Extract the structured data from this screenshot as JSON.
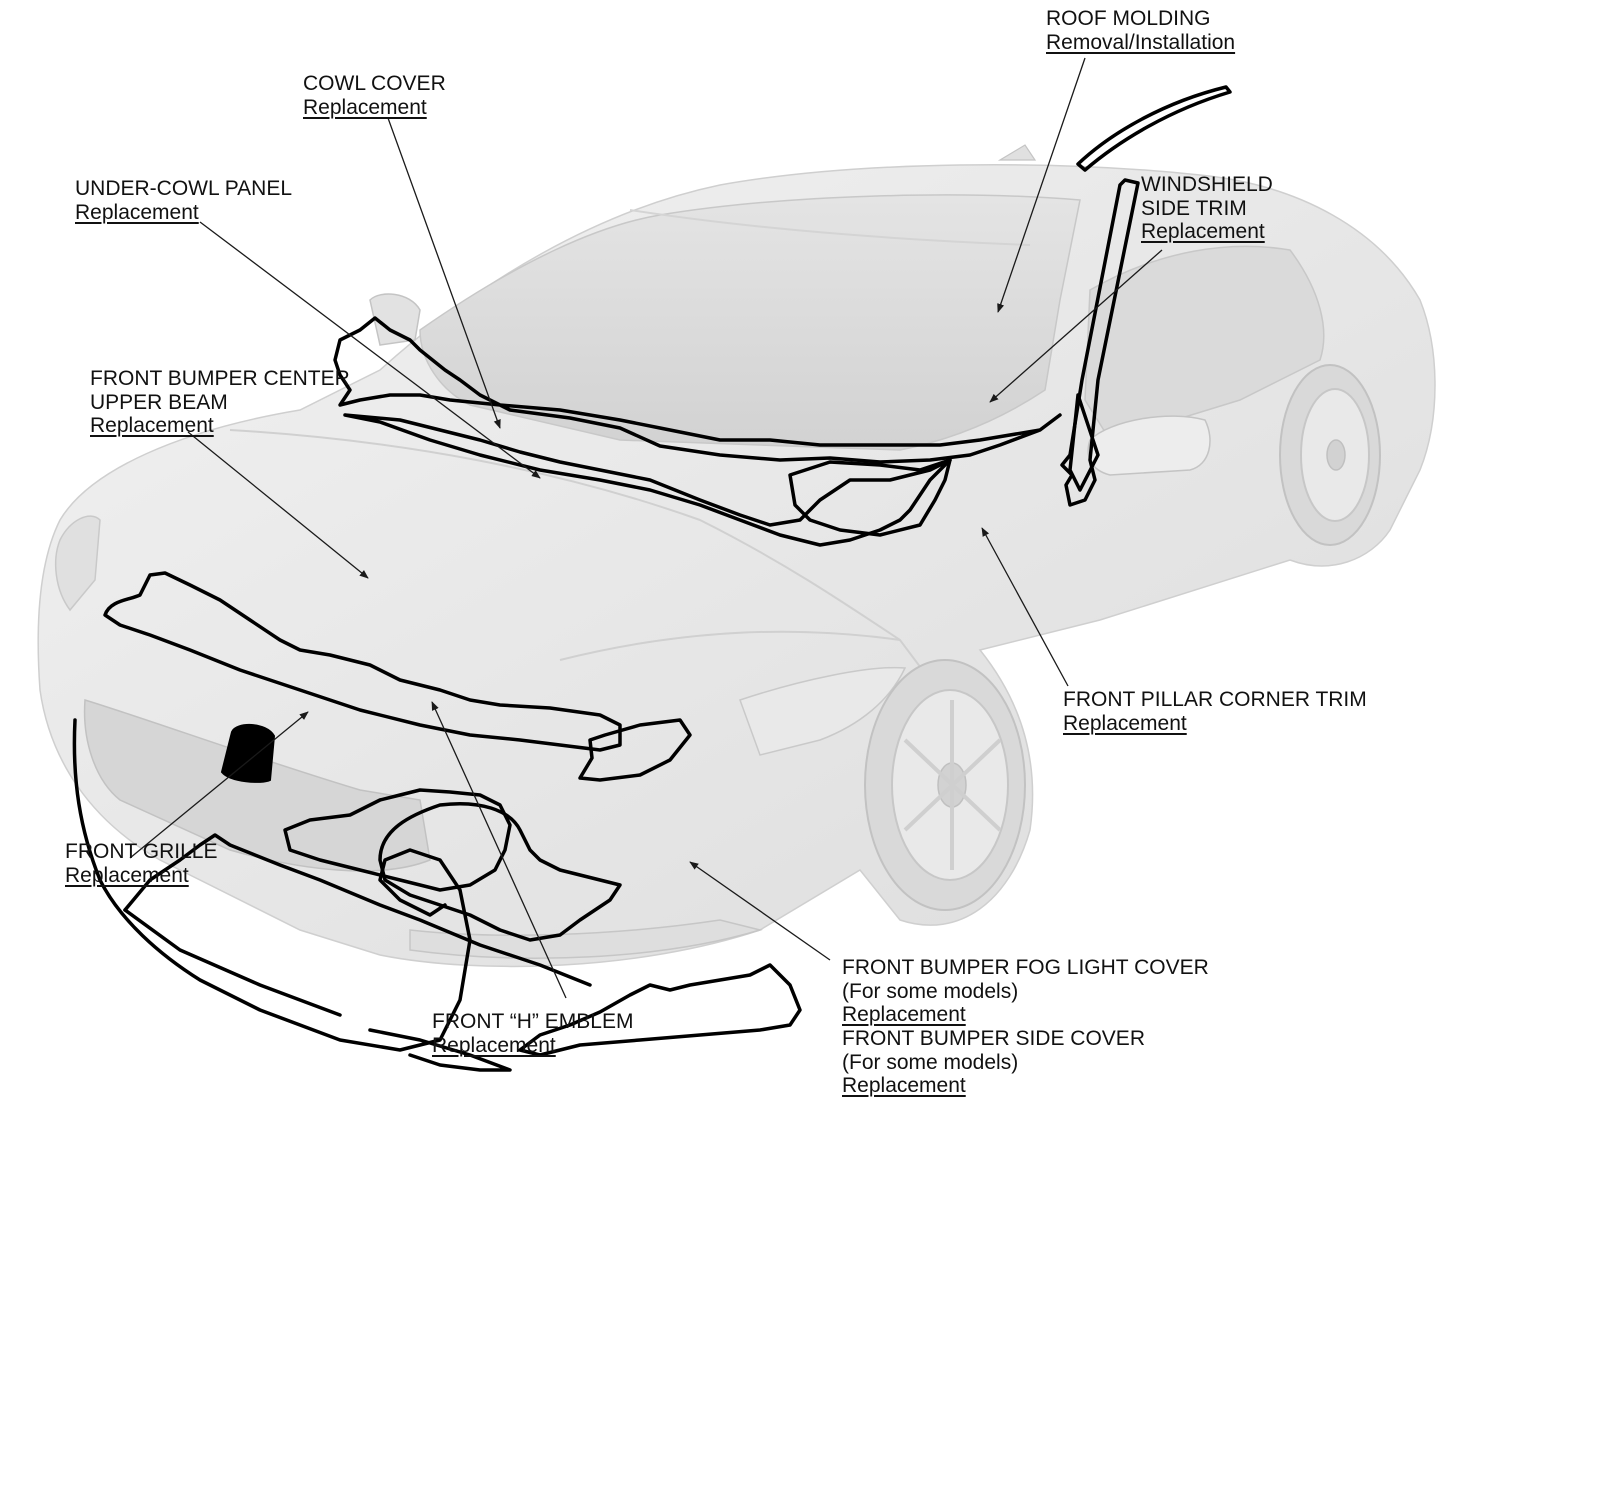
{
  "colors": {
    "car_body": "#e6e6e6",
    "car_shadow": "#cfcfcf",
    "glass": "#d8d8d8",
    "outline": "#000000",
    "leader": "#1a1a1a",
    "text": "#111111"
  },
  "callouts": [
    {
      "id": "roof-molding",
      "lines": [
        "ROOF MOLDING"
      ],
      "action": "Removal/Installation"
    },
    {
      "id": "cowl-cover",
      "lines": [
        "COWL COVER"
      ],
      "action": "Replacement"
    },
    {
      "id": "under-cowl-panel",
      "lines": [
        "UNDER-COWL PANEL"
      ],
      "action": "Replacement"
    },
    {
      "id": "windshield-side-trim",
      "lines": [
        "WINDSHIELD",
        "SIDE TRIM"
      ],
      "action": "Replacement"
    },
    {
      "id": "front-bumper-center-upper-beam",
      "lines": [
        "FRONT BUMPER CENTER",
        "UPPER BEAM"
      ],
      "action": "Replacement"
    },
    {
      "id": "front-pillar-corner-trim",
      "lines": [
        "FRONT PILLAR CORNER TRIM"
      ],
      "action": "Replacement"
    },
    {
      "id": "front-grille",
      "lines": [
        "FRONT GRILLE"
      ],
      "action": "Replacement"
    },
    {
      "id": "front-h-emblem",
      "lines": [
        "FRONT “H” EMBLEM"
      ],
      "action": "Replacement"
    },
    {
      "id": "front-bumper-fog-light-cover",
      "lines": [
        "FRONT BUMPER FOG LIGHT COVER",
        "(For some models)"
      ],
      "action": "Replacement"
    },
    {
      "id": "front-bumper-side-cover",
      "lines": [
        "FRONT BUMPER SIDE COVER",
        "(For some models)"
      ],
      "action": "Replacement"
    }
  ]
}
